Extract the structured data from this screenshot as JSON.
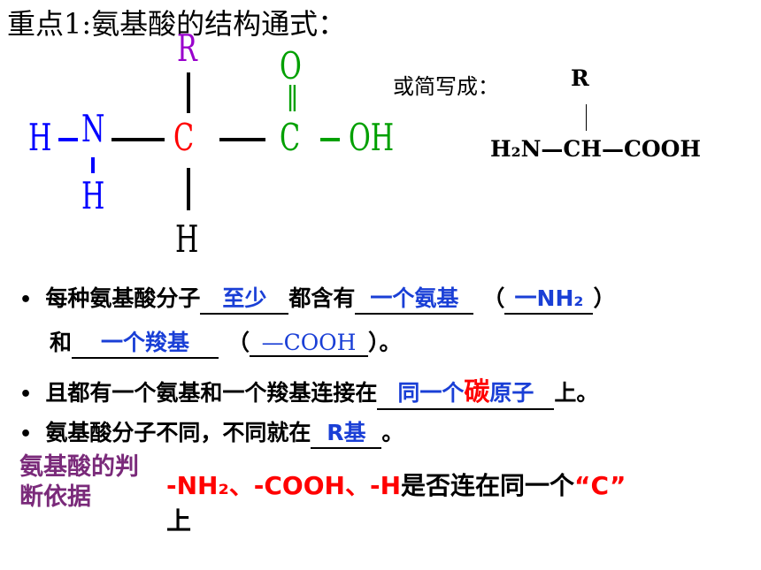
{
  "title": "重点1:氨基酸的结构通式：",
  "structure": {
    "R": "R",
    "O": "O",
    "double_bond": "‖",
    "H_left": "H",
    "N": "N",
    "C_alpha": "C",
    "C_carboxyl": "C",
    "OH": "OH",
    "H_below_N": "H",
    "H_below_C": "H"
  },
  "simplified": {
    "label": "或简写成：",
    "R": "R",
    "formula": "H₂N—CH—COOH"
  },
  "line1": {
    "prefix": "每种氨基酸分子",
    "blank1": "至少",
    "middle": "都含有",
    "blank2": "一个氨基",
    "paren_open": "（",
    "blank3": "一NH₂",
    "paren_close": "）"
  },
  "line1b": {
    "prefix": "和",
    "blank1": "一个羧基",
    "paren_open": "（",
    "blank2": "—COOH",
    "paren_close": "）。"
  },
  "line2": {
    "prefix": "且都有一个氨基和一个羧基连接在",
    "blank_a": "同一个",
    "blank_b": "碳",
    "blank_c": "原子",
    "suffix": "上。"
  },
  "line3": {
    "prefix": "氨基酸分子不同，不同就在",
    "blank": "R基",
    "suffix": "。"
  },
  "criteria": {
    "label": "氨基酸的判断依据",
    "red_part": "-NH₂、-COOH、-H",
    "black_part": "是否连在同一个",
    "quoted": "“C”",
    "end": "上"
  }
}
